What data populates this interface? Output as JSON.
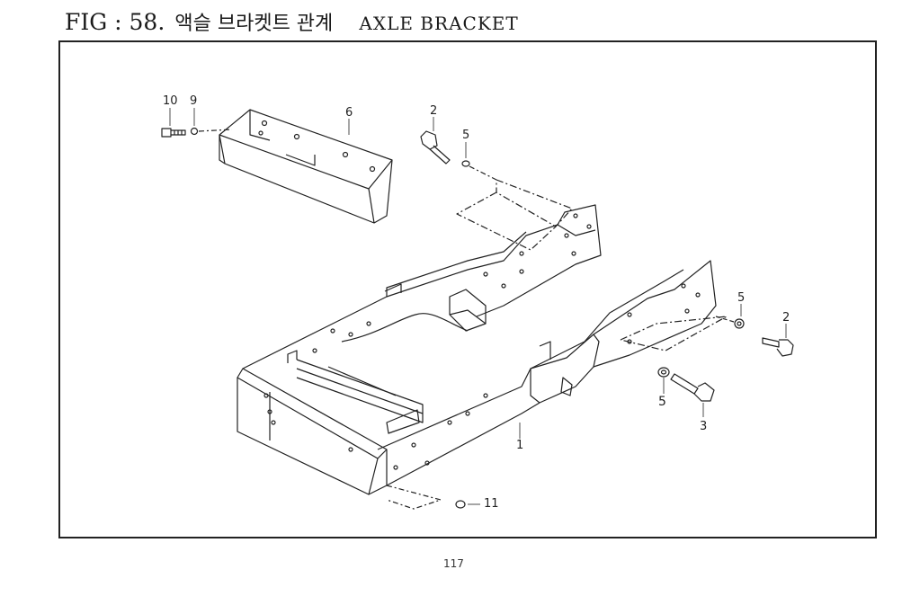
{
  "figure": {
    "label": "FIG : 58.",
    "title_ko": "액슬 브라켓트 관계",
    "title_en": "AXLE BRACKET"
  },
  "callouts": {
    "c10": "10",
    "c9": "9",
    "c6": "6",
    "c2a": "2",
    "c5a": "5",
    "c5b": "5",
    "c2b": "2",
    "c5c": "5",
    "c3": "3",
    "c1": "1",
    "c11": "11"
  },
  "page_number": "117",
  "colors": {
    "ink": "#222222",
    "paper": "#ffffff"
  }
}
